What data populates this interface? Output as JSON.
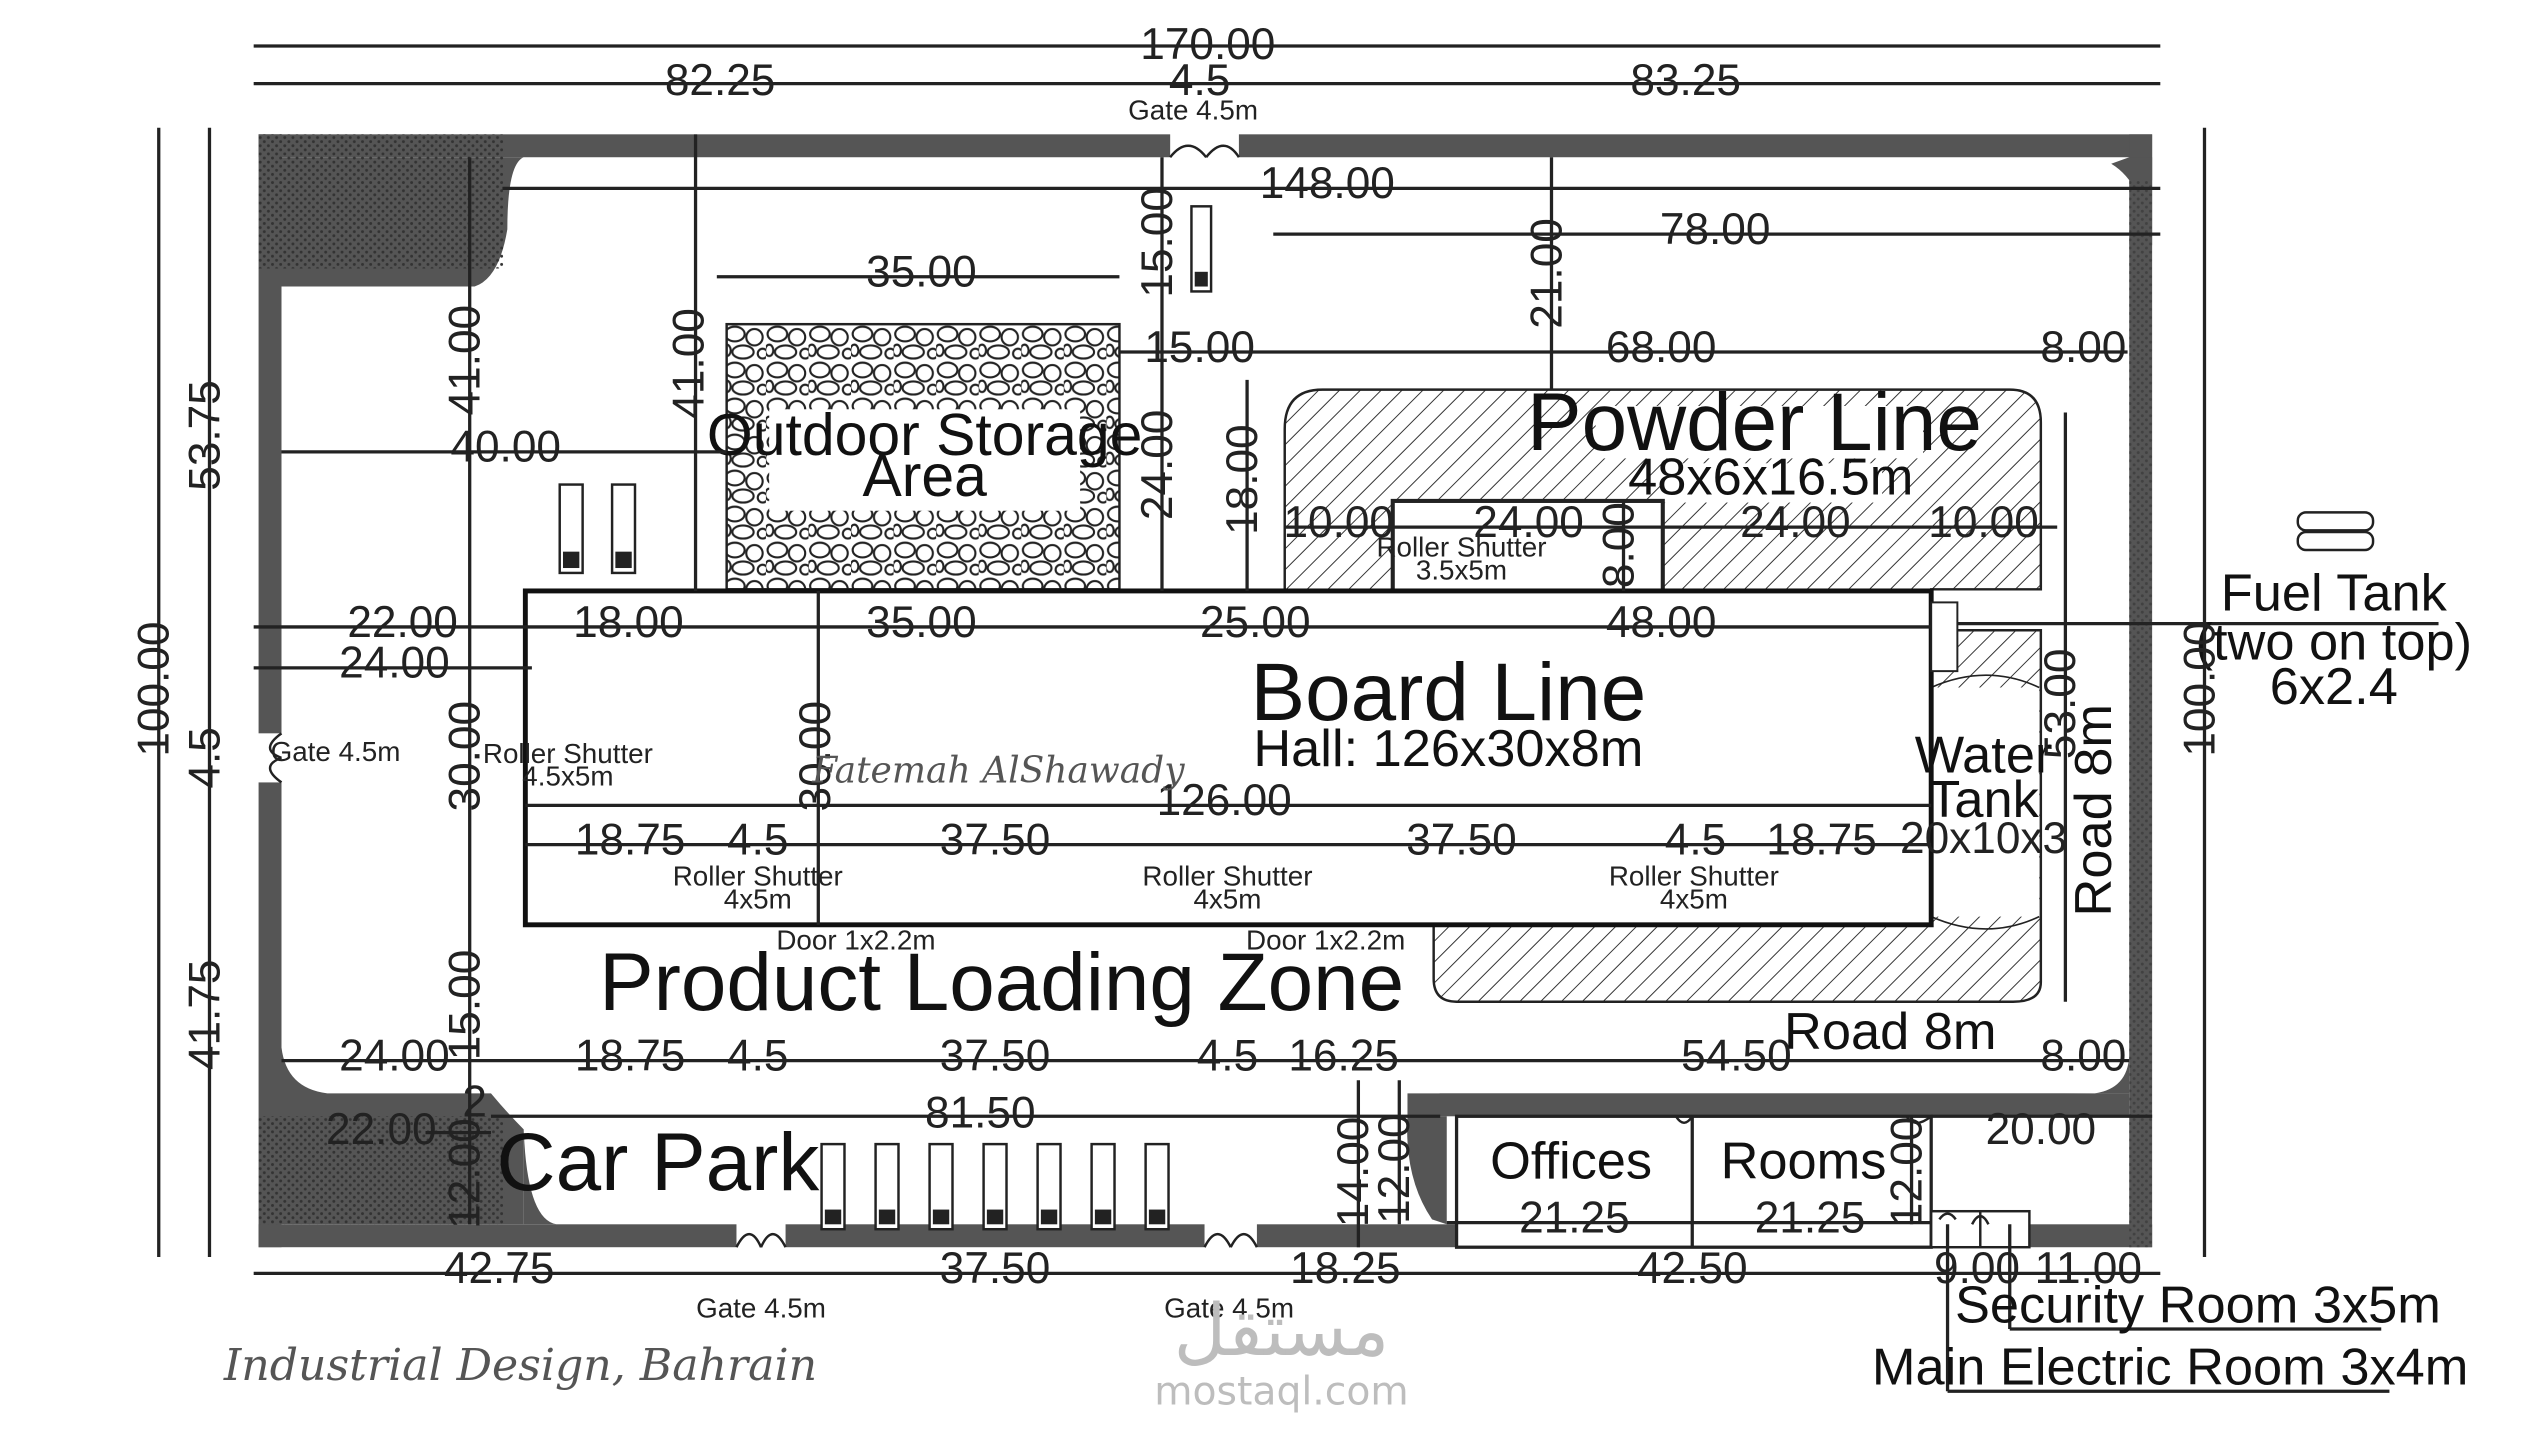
{
  "overall": {
    "width_top": "170.00",
    "top_left_seg": "82.25",
    "top_gate_seg": "4.5",
    "top_right_seg": "83.25",
    "gate_top": "Gate 4.5m",
    "inner_width": "148.00",
    "right_seg_78": "78.00",
    "left_height": "53.75",
    "left_total": "100.00",
    "left_gate": "4.5",
    "left_lower": "41.75",
    "right_total": "100.00"
  },
  "zones": {
    "outdoor_storage": {
      "line1": "Outdoor Storage",
      "line2": "Area",
      "width": "35.00",
      "depth": "41.00"
    },
    "powder_line": {
      "title": "Powder Line",
      "size": "48x6x16.5m"
    },
    "board_line": {
      "title": "Board Line",
      "subtitle": "Hall: 126x30x8m"
    },
    "water_tank": {
      "line1": "Water",
      "line2": "Tank",
      "size": "20x10x3"
    },
    "fuel_tank": {
      "line1": "Fuel Tank",
      "line2": "(two on top)",
      "line3": "6x2.4"
    },
    "product_loading": "Product Loading Zone",
    "road_right": "Road 8m",
    "road_bottom": "Road 8m",
    "car_park": "Car Park",
    "offices": "Offices",
    "rooms": "Rooms",
    "security_room": "Security Room 3x5m",
    "main_electric_room": "Main Electric Room 3x4m"
  },
  "openings": {
    "gate_left": "Gate 4.5m",
    "gate_bottom_1": "Gate 4.5m",
    "gate_bottom_2": "Gate 4.5m",
    "rs_left_1": "Roller Shutter",
    "rs_left_2": "4.5x5m",
    "rs_top_1": "Roller Shutter",
    "rs_top_2": "3.5x5m",
    "rs_b1_1": "Roller Shutter",
    "rs_b1_2": "4x5m",
    "rs_b2_1": "Roller Shutter",
    "rs_b2_2": "4x5m",
    "rs_b3_1": "Roller Shutter",
    "rs_b3_2": "4x5m",
    "door_1": "Door 1x2.2m",
    "door_2": "Door 1x2.2m"
  },
  "dims": {
    "d35_top": "35.00",
    "d15_truck": "15.00",
    "d21": "21.00",
    "d15_mid": "15.00",
    "d68": "68.00",
    "d8_top_right": "8.00",
    "d41_left": "41.00",
    "d41_storage": "41.00",
    "d24_storage": "24.00",
    "d18_powder": "18.00",
    "d40": "40.00",
    "pl_10a": "10.00",
    "pl_24a": "24.00",
    "pl_8": "8.00",
    "pl_24b": "24.00",
    "pl_10b": "10.00",
    "d22": "22.00",
    "d24_left": "24.00",
    "hall_18": "18.00",
    "hall_35": "35.00",
    "hall_25": "25.00",
    "hall_48": "48.00",
    "hall_126": "126.00",
    "hall_30_left": "30.00",
    "hall_30_in": "30.00",
    "b_18_75a": "18.75",
    "b_4_5a": "4.5",
    "b_37_50a": "37.50",
    "b_37_50b": "37.50",
    "b_4_5b": "4.5",
    "b_18_75b": "18.75",
    "d53": "53.00",
    "d15_lower": "15.00",
    "r_24": "24.00",
    "r_18_75": "18.75",
    "r_4_5a": "4.5",
    "r_37_50": "37.50",
    "r_4_5b": "4.5",
    "r_16_25": "16.25",
    "r_54_50": "54.50",
    "r_8": "8.00",
    "d2": "2",
    "d22_car": "22.00",
    "d81_50": "81.50",
    "d12_car": "12.00",
    "d14": "14.00",
    "d12_mid": "12.00",
    "d20": "20.00",
    "d12_right": "12.00",
    "d21_25a": "21.25",
    "d21_25b": "21.25",
    "bot_42_75": "42.75",
    "bot_37_50": "37.50",
    "bot_18_25": "18.25",
    "bot_42_50": "42.50",
    "bot_9": "9.00",
    "bot_11": "11.00"
  },
  "signature": "Fatemah AlShawady",
  "footer": "Industrial Design, Bahrain",
  "watermark": {
    "arabic": "مستقل",
    "latin": "mostaql.com"
  },
  "colors": {
    "wall": "#555555",
    "line": "#222222",
    "background": "#ffffff"
  }
}
